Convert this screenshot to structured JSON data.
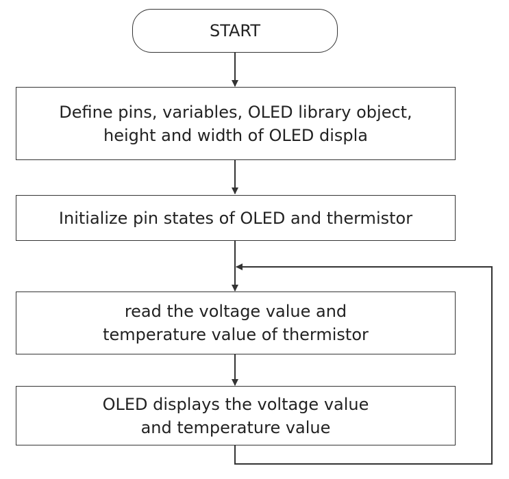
{
  "nodes": {
    "start": {
      "label": "START"
    },
    "define": {
      "line1": "Define pins, variables, OLED library object,",
      "line2": "height and width of OLED displa"
    },
    "init": {
      "label": "Initialize pin states of OLED and thermistor"
    },
    "read": {
      "line1": "read the voltage value and",
      "line2": "temperature value of thermistor"
    },
    "display": {
      "line1": "OLED displays the voltage value",
      "line2": "and temperature value"
    }
  },
  "colors": {
    "stroke": "#333333",
    "text": "#222222",
    "background": "#ffffff"
  }
}
